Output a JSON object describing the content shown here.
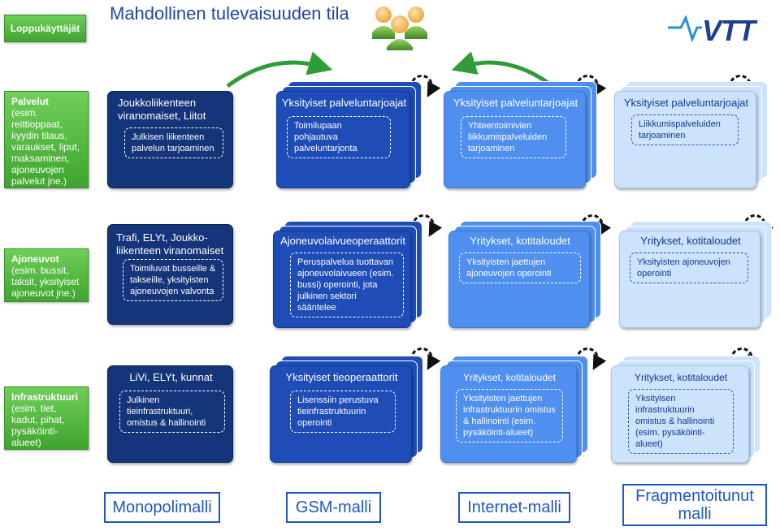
{
  "title": "Mahdollinen tulevaisuuden tila",
  "header_label": "Loppukäyttäjät",
  "logo_text": "VTT",
  "rows": [
    {
      "side": {
        "heading": "Palvelut",
        "text": "(esim. reittioppaat, kyydin tilaus, varaukset, liput, maksaminen, ajoneuvojen palvelut jne.)"
      },
      "cells": [
        {
          "title": "Joukkoliikenteen viranomaiset, Liitot",
          "detail": "Julkisen liikenteen palvelun tarjoaminen"
        },
        {
          "title": "Yksityiset palveluntarjoajat",
          "detail": "Toimilupaan pohjautuva palveluntarjonta"
        },
        {
          "title": "Yksityiset palveluntarjoajat",
          "detail": "Yhteentoimivien liikkumispalveluiden tarjoaminen"
        },
        {
          "title": "Yksityiset palveluntarjoajat",
          "detail": "Liikkumispalveluiden tarjoaminen"
        }
      ]
    },
    {
      "side": {
        "heading": "Ajoneuvot",
        "text": "(esim. bussit, taksit, yksityiset ajoneuvot jne.)"
      },
      "cells": [
        {
          "title": "Trafi, ELYt, Joukko-liikenteen viranomaiset",
          "detail": "Toimiluvat busseille & takseille, yksityisten ajoneuvojen valvonta"
        },
        {
          "title": "Ajoneuvolaivueoperaattorit",
          "detail": "Peruspalvelua tuottavan ajoneuvolaivueen (esim. bussi) operointi, jota julkinen sektori sääntelee"
        },
        {
          "title": "Yritykset, kotitaloudet",
          "detail": "Yksityisten jaettujen ajoneuvojen operointi"
        },
        {
          "title": "Yritykset, kotitaloudet",
          "detail": "Yksityisten ajoneuvojen operointi"
        }
      ]
    },
    {
      "side": {
        "heading": "Infrastruktuuri",
        "text": "(esim. tiet, kadut, pihat, pysäköinti-alueet)"
      },
      "cells": [
        {
          "title": "LiVi, ELYt, kunnat",
          "detail": "Julkinen tieinfrastruktuuri, omistus & hallinointi"
        },
        {
          "title": "Yksityiset tieoperaattorit",
          "detail": "Lisenssiin perustuva tieinfrastruktuurin operointi"
        },
        {
          "title": "Yritykset, kotitaloudet",
          "detail": "Yksityisten jaettujen infrastruktuurin omistus & hallinointi (esim. pysäköinti-alueet)"
        },
        {
          "title": "Yritykset, kotitaloudet",
          "detail": "Yksityisen infrastruktuurin omistus & hallinointi (esim. pysäköinti-alueet)"
        }
      ]
    }
  ],
  "models": [
    "Monopolimalli",
    "GSM-malli",
    "Internet-malli",
    "Fragmentoitunut malli"
  ],
  "colors": {
    "green": "#4cb83a",
    "navy": "#15357a",
    "blue": "#1f4db8",
    "mid_blue": "#4f8ff0",
    "light_blue": "#cde2fb",
    "model_blue": "#1f56c9"
  }
}
